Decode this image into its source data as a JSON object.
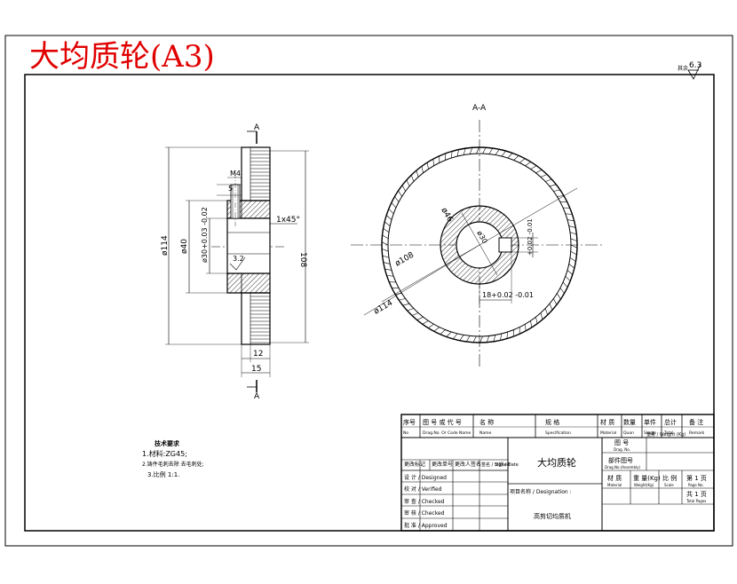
{
  "header": {
    "title": "大均质轮(A3)",
    "roughness_symbol": "6.3",
    "roughness_prefix": "其余"
  },
  "section_view": {
    "section_marker": "A",
    "dimensions": {
      "thread": "M4",
      "thread_depth": "5",
      "chamfer": "1x45°",
      "outer_dia": "ø114",
      "hub_dia": "ø40",
      "bore_dia": "ø30+0.03 -0.02",
      "hub_length": "108",
      "surface_roughness": "3.2",
      "width_12": "12",
      "width_15": "15"
    }
  },
  "front_view": {
    "label": "A-A",
    "dimensions": {
      "hole_46": "ø46",
      "dia_108": "ø108",
      "dia_114": "ø114",
      "key_height": "+0.02 -0.01",
      "key_width": "18+0.02 -0.01",
      "bore_30": "ø30"
    }
  },
  "notes": {
    "heading": "技术要求",
    "items": [
      "1.材料:ZG45;",
      "2.铸件毛刺去除 去毛刺处;",
      "3.比例 1:1."
    ]
  },
  "title_block": {
    "columns": [
      {
        "cn": "序号",
        "en": "No"
      },
      {
        "cn": "图 号 或 代 号",
        "en": "Drag.No. Or Code Name"
      },
      {
        "cn": "名 称",
        "en": "Name"
      },
      {
        "cn": "规 格",
        "en": "Specification"
      },
      {
        "cn": "材 质",
        "en": "Material"
      },
      {
        "cn": "数量",
        "en": "Quan"
      },
      {
        "cn": "单件",
        "en": "Single"
      },
      {
        "cn": "总计",
        "en": "Total"
      },
      {
        "cn": "备 注",
        "en": "Remark"
      }
    ],
    "weight_label": "重量 / Weight (Kg)",
    "revision_row": [
      "更改标记",
      "更改单号",
      "更改人签名",
      "签名 / Signed",
      "日期 / Date"
    ],
    "sign_rows": [
      "设 计 / Designed",
      "校 对 / Verified",
      "审 查 / Checked",
      "审 核 / Checked",
      "批 准 / Approved"
    ],
    "part_name": "大均质轮",
    "drawing_no_label": "图 号",
    "drawing_no_en": "Drag. No.",
    "assembly_label": "部件图号",
    "assembly_en": "Drag.No.(Assembly)",
    "material_label": "材 质",
    "material_en": "Material",
    "weight_label2": "重 量(Kg)",
    "weight_en2": "Weight(Kg)",
    "scale_label": "比 例",
    "scale_en": "Scale",
    "sheet_label": "第 1 页",
    "sheet_en": "Page No.",
    "total_label": "共 1 页",
    "total_en": "Total Pages",
    "project_label": "项目名称 / Designation :",
    "project_name": "高剪切均质机"
  }
}
